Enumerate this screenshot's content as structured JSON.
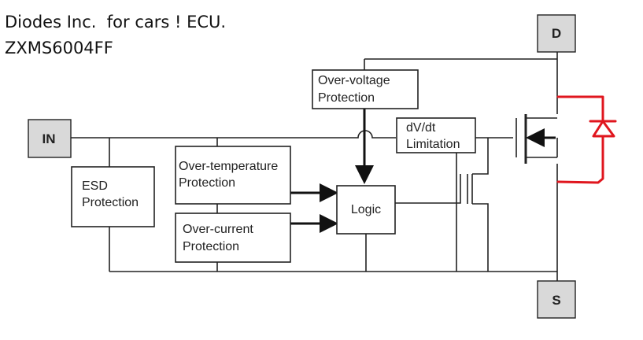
{
  "caption": {
    "line1": "Diodes Inc.  for cars ! ECU.",
    "line2": "ZXMS6004FF"
  },
  "pins": {
    "drain": "D",
    "source": "S",
    "input": "IN"
  },
  "blocks": {
    "esd": [
      "ESD",
      "Protection"
    ],
    "over_temperature": [
      "Over-temperature",
      "Protection"
    ],
    "over_current": [
      "Over-current",
      "Protection"
    ],
    "over_voltage": [
      "Over-voltage",
      "Protection"
    ],
    "logic": [
      "Logic"
    ],
    "dvdt": [
      "dV/dt",
      "Limitation"
    ]
  },
  "colors": {
    "line": "#222222",
    "pin_fill": "#d9d9d9",
    "annotation": "#e0161e"
  }
}
